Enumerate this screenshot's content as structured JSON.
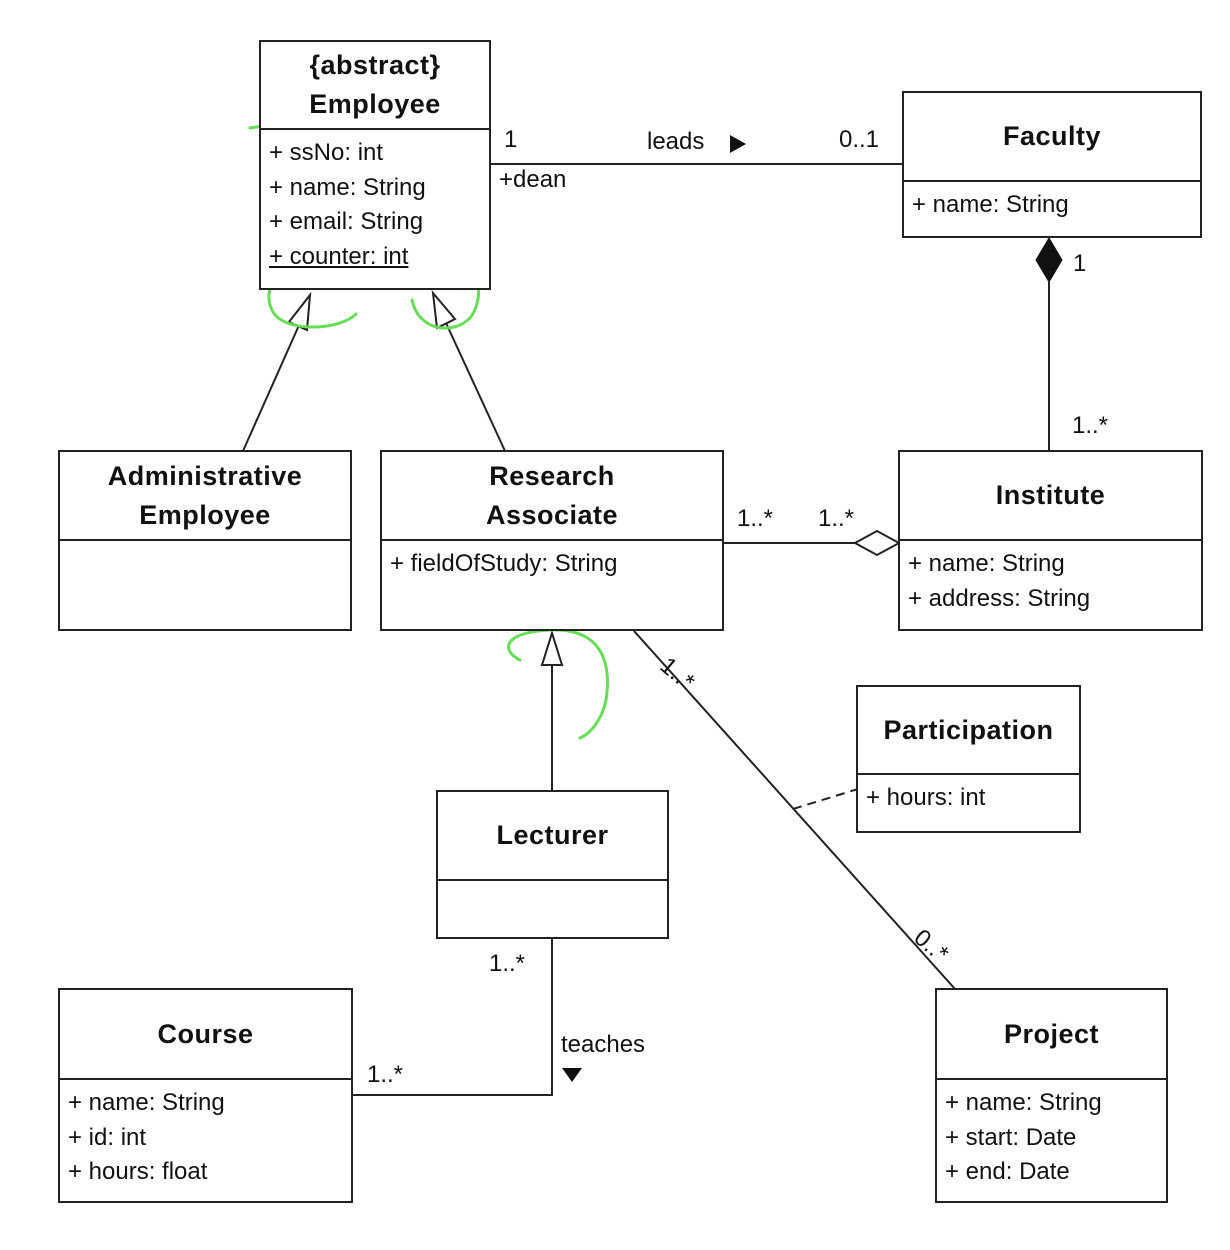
{
  "classes": {
    "employee": {
      "stereotype": "{abstract}",
      "name": "Employee",
      "attributes": [
        "+ ssNo: int",
        "+ name: String",
        "+ email: String",
        "+ counter: int"
      ]
    },
    "faculty": {
      "name": "Faculty",
      "attributes": [
        "+ name: String"
      ]
    },
    "administrative_employee": {
      "name_line1": "Administrative",
      "name_line2": "Employee"
    },
    "research_associate": {
      "name_line1": "Research",
      "name_line2": "Associate",
      "attributes": [
        "+ fieldOfStudy: String"
      ]
    },
    "institute": {
      "name": "Institute",
      "attributes": [
        "+ name: String",
        "+ address: String"
      ]
    },
    "participation": {
      "name": "Participation",
      "attributes": [
        "+ hours: int"
      ]
    },
    "lecturer": {
      "name": "Lecturer"
    },
    "course": {
      "name": "Course",
      "attributes": [
        "+ name: String",
        "+ id: int",
        "+ hours: float"
      ]
    },
    "project": {
      "name": "Project",
      "attributes": [
        "+ name: String",
        "+ start: Date",
        "+ end: Date"
      ]
    }
  },
  "associations": {
    "leads": {
      "label": "leads",
      "employee_end": "1",
      "role": "+dean",
      "faculty_end": "0..1"
    },
    "composition": {
      "faculty_end": "1",
      "institute_end": "1..*"
    },
    "aggregation": {
      "ra_end": "1..*",
      "institute_end": "1..*"
    },
    "participation": {
      "ra_end": "1..*",
      "project_end": "0..*"
    },
    "teaches": {
      "label": "teaches",
      "lecturer_end": "1..*",
      "course_end": "1..*"
    }
  },
  "colors": {
    "ink": "#222222",
    "annotation": "#66dd55"
  }
}
